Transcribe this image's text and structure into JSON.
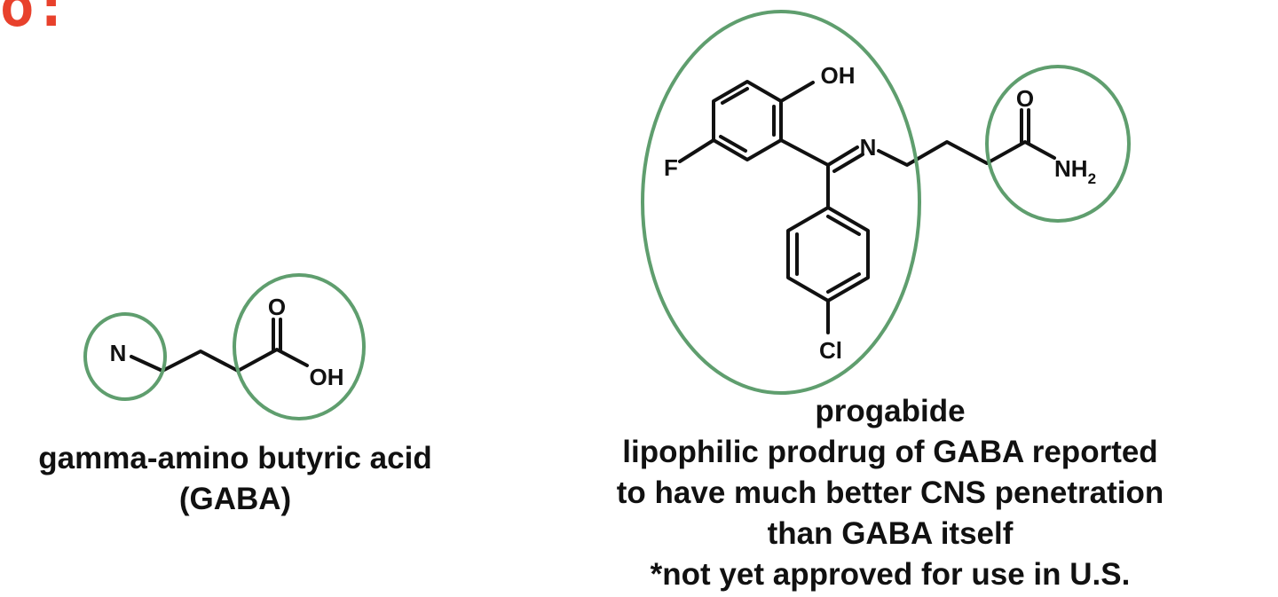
{
  "colors": {
    "ring": "#5f9e6e",
    "bond": "#111111",
    "fragment": "#e8412c"
  },
  "fragment_text": "o:",
  "gaba": {
    "atoms": {
      "n": "N",
      "o": "O",
      "oh": "OH"
    },
    "caption": {
      "line1": "gamma-amino butyric acid",
      "line2": "(GABA)"
    }
  },
  "progabide": {
    "atoms": {
      "oh": "OH",
      "f": "F",
      "n": "N",
      "o": "O",
      "nh": "NH",
      "sub2": "2",
      "cl": "Cl"
    },
    "caption": {
      "name": "progabide",
      "line2": "lipophilic prodrug of GABA reported",
      "line3": "to have much better CNS penetration",
      "line4": "than GABA itself",
      "line5": "*not yet approved for use in U.S."
    }
  }
}
